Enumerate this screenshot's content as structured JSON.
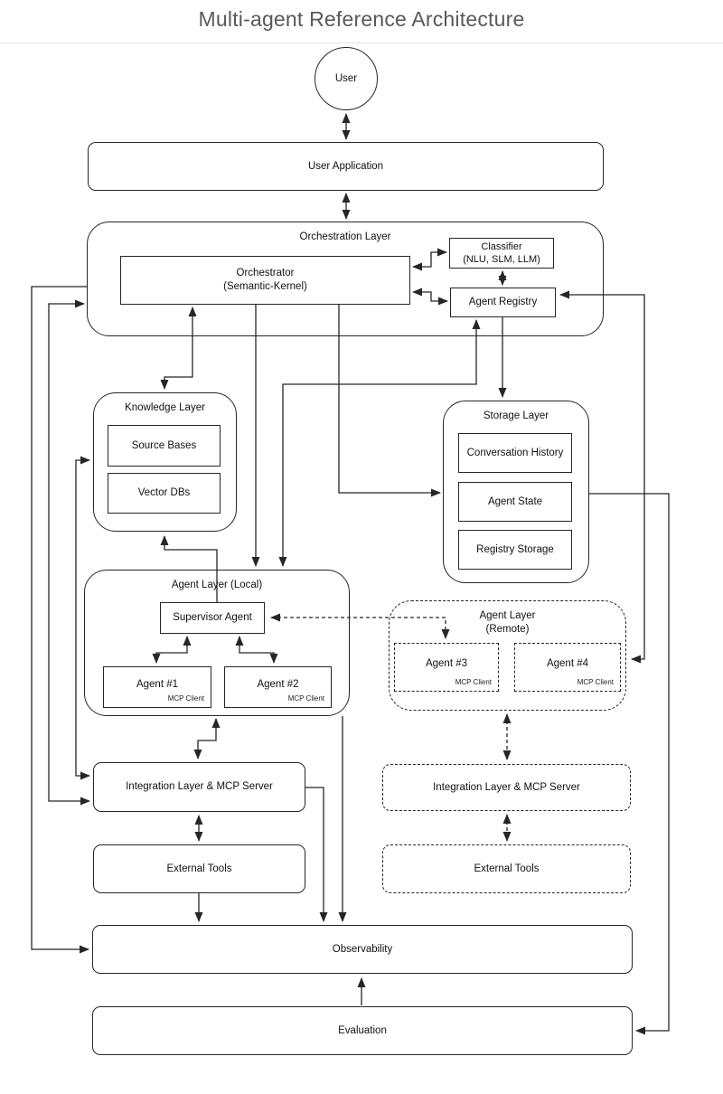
{
  "title": "Multi-agent Reference Architecture",
  "colors": {
    "stroke": "#262626",
    "title_text": "#595959",
    "background": "#ffffff"
  },
  "nodes": {
    "user": "User",
    "user_application": "User Application",
    "orchestration_layer": "Orchestration Layer",
    "orchestrator_line1": "Orchestrator",
    "orchestrator_line2": "(Semantic-Kernel)",
    "classifier_line1": "Classifier",
    "classifier_line2": "(NLU, SLM, LLM)",
    "agent_registry": "Agent Registry",
    "knowledge_layer": "Knowledge Layer",
    "source_bases": "Source Bases",
    "vector_dbs": "Vector DBs",
    "storage_layer": "Storage Layer",
    "conversation_history": "Conversation History",
    "agent_state": "Agent State",
    "registry_storage": "Registry Storage",
    "agent_layer_local": "Agent Layer (Local)",
    "supervisor_agent": "Supervisor Agent",
    "agent_1": "Agent #1",
    "agent_2": "Agent #2",
    "agent_3": "Agent #3",
    "agent_4": "Agent #4",
    "mcp_client": "MCP Client",
    "agent_layer_remote_line1": "Agent Layer",
    "agent_layer_remote_line2": "(Remote)",
    "integration_layer_local": "Integration Layer & MCP Server",
    "external_tools_local": "External Tools",
    "integration_layer_remote": "Integration Layer & MCP Server",
    "external_tools_remote": "External Tools",
    "observability": "Observability",
    "evaluation": "Evaluation"
  }
}
